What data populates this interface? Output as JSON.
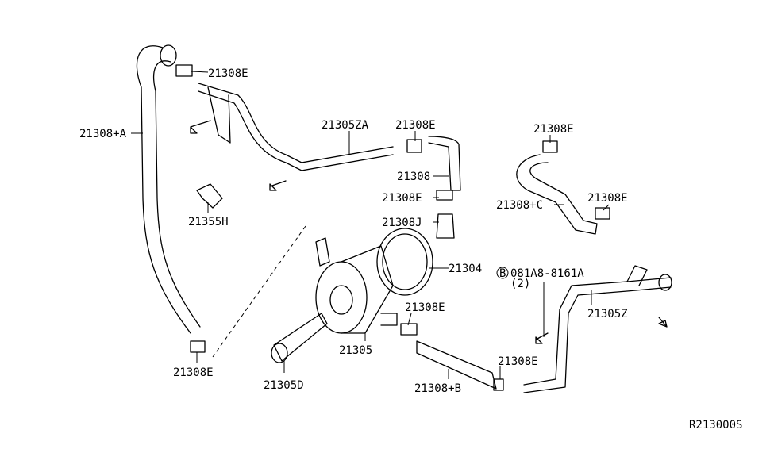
{
  "labels": {
    "clamp_top": "21308E",
    "hose_a": "21308+A",
    "tube_za": "21305ZA",
    "clamp_mid": "21308E",
    "hose": "21308",
    "clamp_mid2": "21308E",
    "connector_j": "21308J",
    "bracket_h": "21355H",
    "gasket": "21304",
    "clamp_right_top": "21308E",
    "hose_c": "21308+C",
    "clamp_right": "21308E",
    "bolt_part": "081A8-8161A",
    "bolt_qty": "(2)",
    "bolt_badge": "B",
    "tube_z": "21305Z",
    "clamp_cooler": "21308E",
    "cooler": "21305",
    "clamp_bottom_left": "21308E",
    "connector_d": "21305D",
    "hose_b": "21308+B",
    "clamp_bottom_right": "21308E",
    "diagram_ref": "R213000S"
  }
}
